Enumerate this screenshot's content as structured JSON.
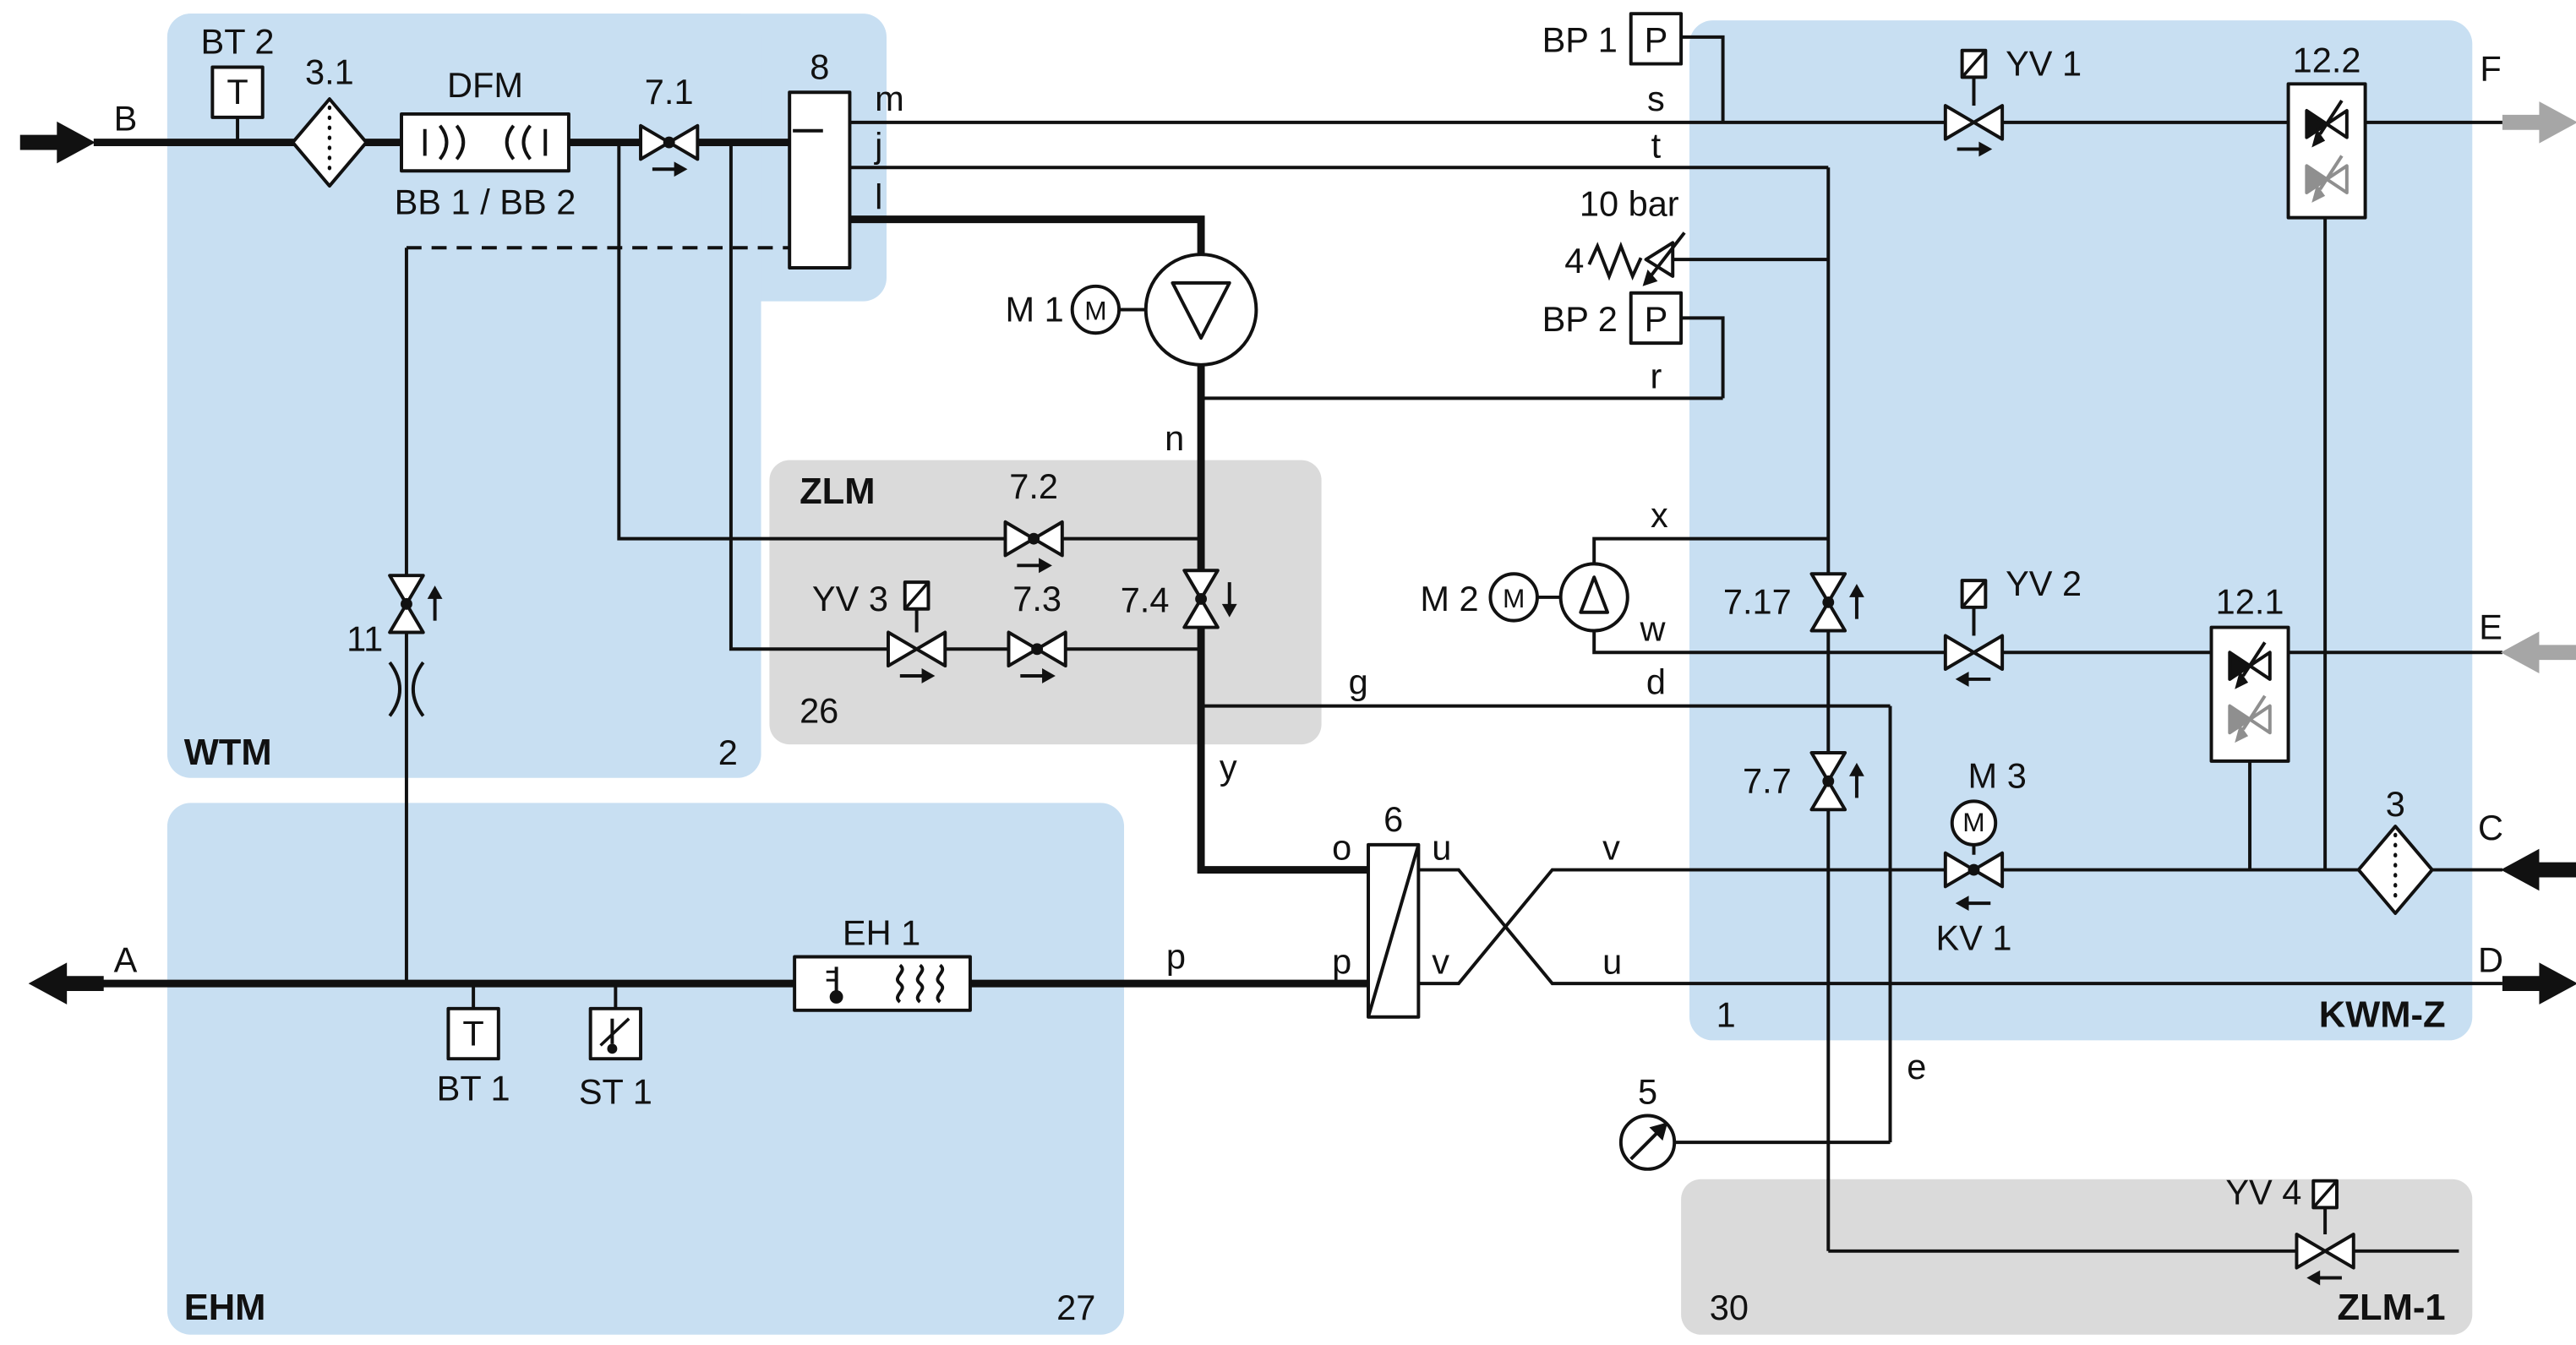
{
  "modules": {
    "wtm": {
      "code": "WTM",
      "number": "2"
    },
    "ehm": {
      "code": "EHM",
      "number": "27"
    },
    "kwmz": {
      "code": "KWM-Z",
      "number": "1"
    },
    "zlm": {
      "code": "ZLM",
      "number": "26"
    },
    "zlm1": {
      "code": "ZLM-1",
      "number": "30"
    }
  },
  "instruments": {
    "bt2": {
      "tag": "BT 2",
      "letter": "T"
    },
    "bt1": {
      "tag": "BT 1",
      "letter": "T"
    },
    "st1": {
      "tag": "ST 1"
    },
    "bp1": {
      "tag": "BP 1",
      "letter": "P"
    },
    "bp2": {
      "tag": "BP 2",
      "letter": "P"
    },
    "gauge": {
      "tag": "5"
    },
    "flow_meter": {
      "tag": "DFM",
      "subtag": "BB 1 / BB 2"
    }
  },
  "filters": {
    "f31": "3.1",
    "f3": "3"
  },
  "valves": {
    "v71": "7.1",
    "v72": "7.2",
    "v73": "7.3",
    "v74": "7.4",
    "v717": "7.17",
    "v77": "7.7",
    "v11": "11",
    "v4": "4",
    "relief_setting": "10 bar",
    "yv1": "YV 1",
    "yv2": "YV 2",
    "yv3": "YV 3",
    "yv4": "YV 4",
    "kv1": "KV 1",
    "sep122": "12.2",
    "sep121": "12.1"
  },
  "machines": {
    "m1": {
      "tag": "M 1",
      "letter": "M"
    },
    "m2": {
      "tag": "M 2",
      "letter": "M"
    },
    "m3": {
      "tag": "M 3",
      "letter": "M"
    }
  },
  "equipment": {
    "tank8": "8",
    "hx6": "6",
    "heater": "EH 1"
  },
  "ports": {
    "A": "A",
    "B": "B",
    "C": "C",
    "D": "D",
    "E": "E",
    "F": "F",
    "m": "m",
    "j": "j",
    "l": "l",
    "n": "n",
    "s": "s",
    "t": "t",
    "r": "r",
    "x": "x",
    "w": "w",
    "g": "g",
    "d": "d",
    "y": "y",
    "e": "e",
    "o": "o",
    "p": "p",
    "u": "u",
    "v": "v"
  },
  "colors": {
    "module_blue": "#c8dff2",
    "module_gray": "#dadada",
    "line": "#111111",
    "gray_arrow": "#a6a6a6",
    "gray_symbol": "#8f8f8f"
  }
}
